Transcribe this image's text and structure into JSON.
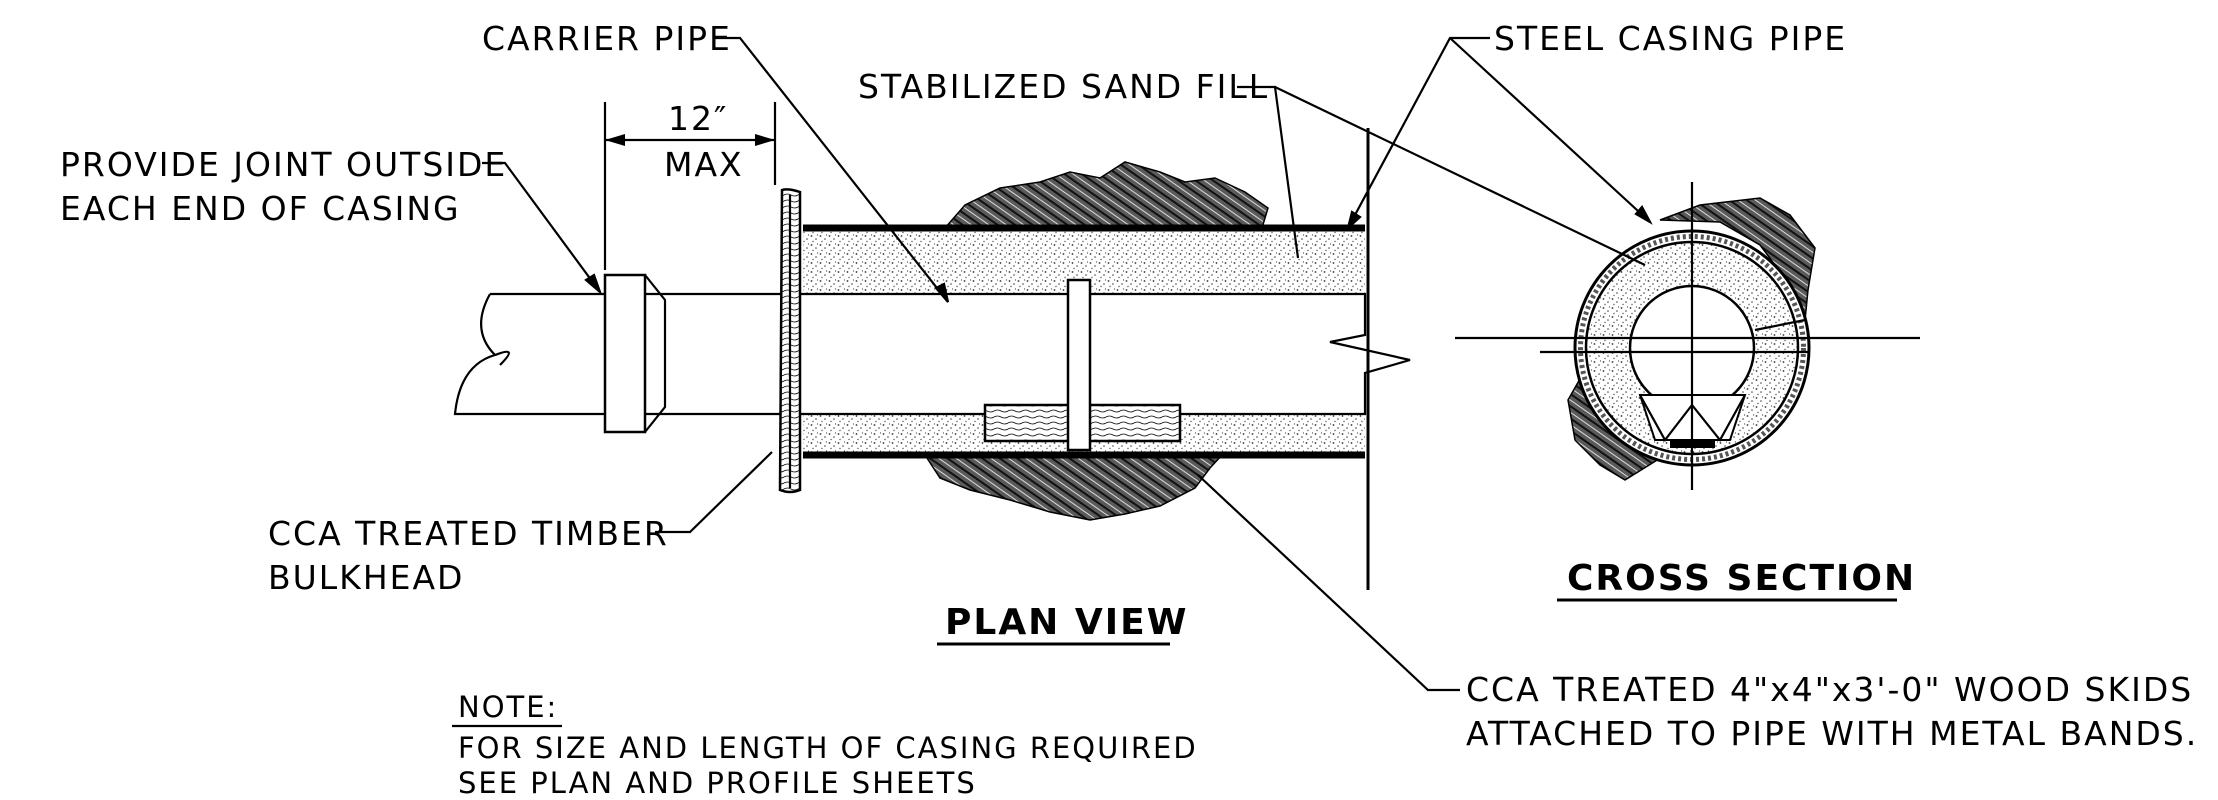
{
  "labels": {
    "carrier_pipe": "CARRIER PIPE",
    "steel_casing_pipe": "STEEL CASING PIPE",
    "stabilized_sand_fill": "STABILIZED SAND FILL",
    "dim_value": "12″",
    "dim_max": "MAX",
    "joint_line1": "PROVIDE JOINT OUTSIDE",
    "joint_line2": "EACH END OF CASING",
    "bulkhead_line1": "CCA TREATED TIMBER",
    "bulkhead_line2": "BULKHEAD",
    "skids_line1": "CCA TREATED 4\"x4\"x3'-0\" WOOD SKIDS",
    "skids_line2": "ATTACHED TO PIPE WITH METAL BANDS."
  },
  "titles": {
    "plan_view": "PLAN VIEW",
    "cross_section": "CROSS SECTION"
  },
  "note": {
    "heading": "NOTE:",
    "line1": "FOR SIZE AND LENGTH OF CASING REQUIRED",
    "line2": "SEE PLAN AND PROFILE SHEETS"
  }
}
